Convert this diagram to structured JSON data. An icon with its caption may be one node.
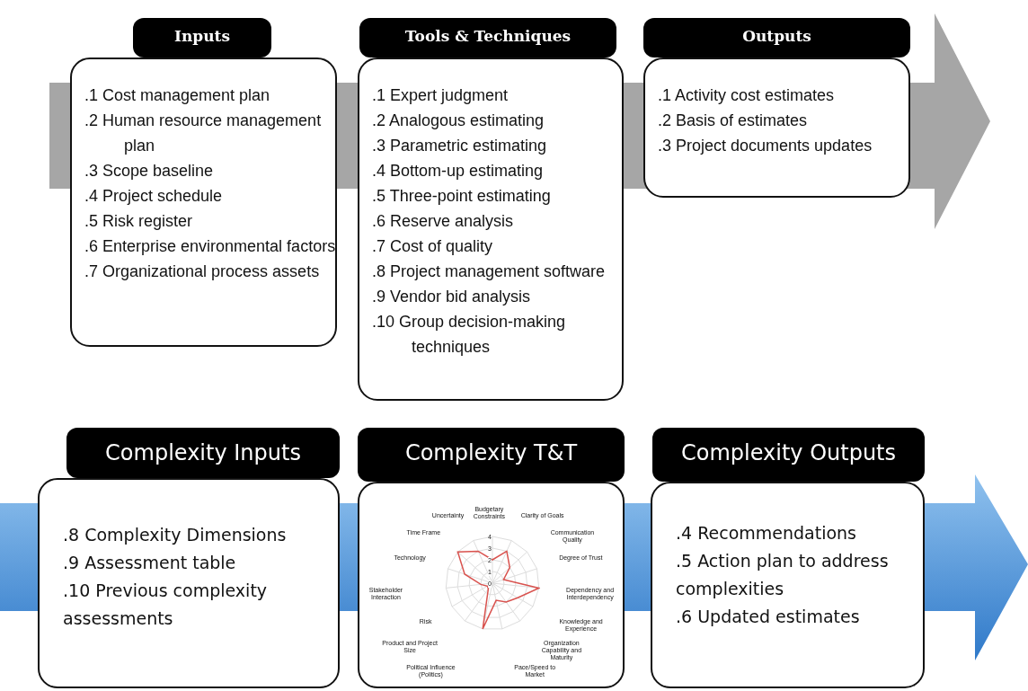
{
  "diagram": {
    "nodes": [
      {
        "text": [
          "Inputs",
          ".1 Cost management plan",
          ".2 Human resource management plan",
          ".3 Scope baseline",
          ".4 Project schedule",
          ".5 Risk register",
          ".6 Enterprise environmental factors",
          ".7 Organizational process assets"
        ]
      },
      {
        "text": [
          "Tools & Techniques",
          ".1 Expert judgment",
          ".2 Analogous estimating",
          ".3 Parametric estimating",
          ".4 Bottom-up estimating",
          ".5 Three-point estimating",
          ".6 Reserve analysis",
          ".7 Cost of quality",
          ".8 Project management software",
          ".9 Vendor bid analysis",
          ".10 Group decision-making techniques"
        ]
      },
      {
        "text": [
          "Outputs",
          ".1 Activity cost estimates",
          ".2 Basis of estimates",
          ".3 Project documents updates"
        ]
      },
      {
        "text": [
          "Complexity Inputs",
          ".8  Complexity Dimensions",
          ".9 Assessment table",
          ".10 Previous complexity assessments"
        ]
      },
      {
        "text": [
          "Complexity T&T"
        ]
      },
      {
        "text": [],
        "shape": "picture",
        "in": 4
      },
      {
        "text": [
          "Complexity Outputs",
          ".4 Recommendations",
          ".5 Action plan to address complexities",
          ".6 Updated estimates"
        ]
      }
    ],
    "edges": [],
    "labels": [
      "Budgetary Constraints",
      "Clarity of Goals",
      "Communication Quality",
      "Degree of Trust",
      "Dependency and Interdependency",
      "Knowledge and Experience",
      "Organization Capability and Maturity",
      "Pace/Speed to Market",
      "Political Influence (Politics)",
      "Product and Project Size",
      "Risk",
      "Stakeholder Interaction",
      "Technology",
      "Time Frame",
      "Uncertainty",
      "4",
      "3",
      "2",
      "1",
      "0"
    ]
  }
}
